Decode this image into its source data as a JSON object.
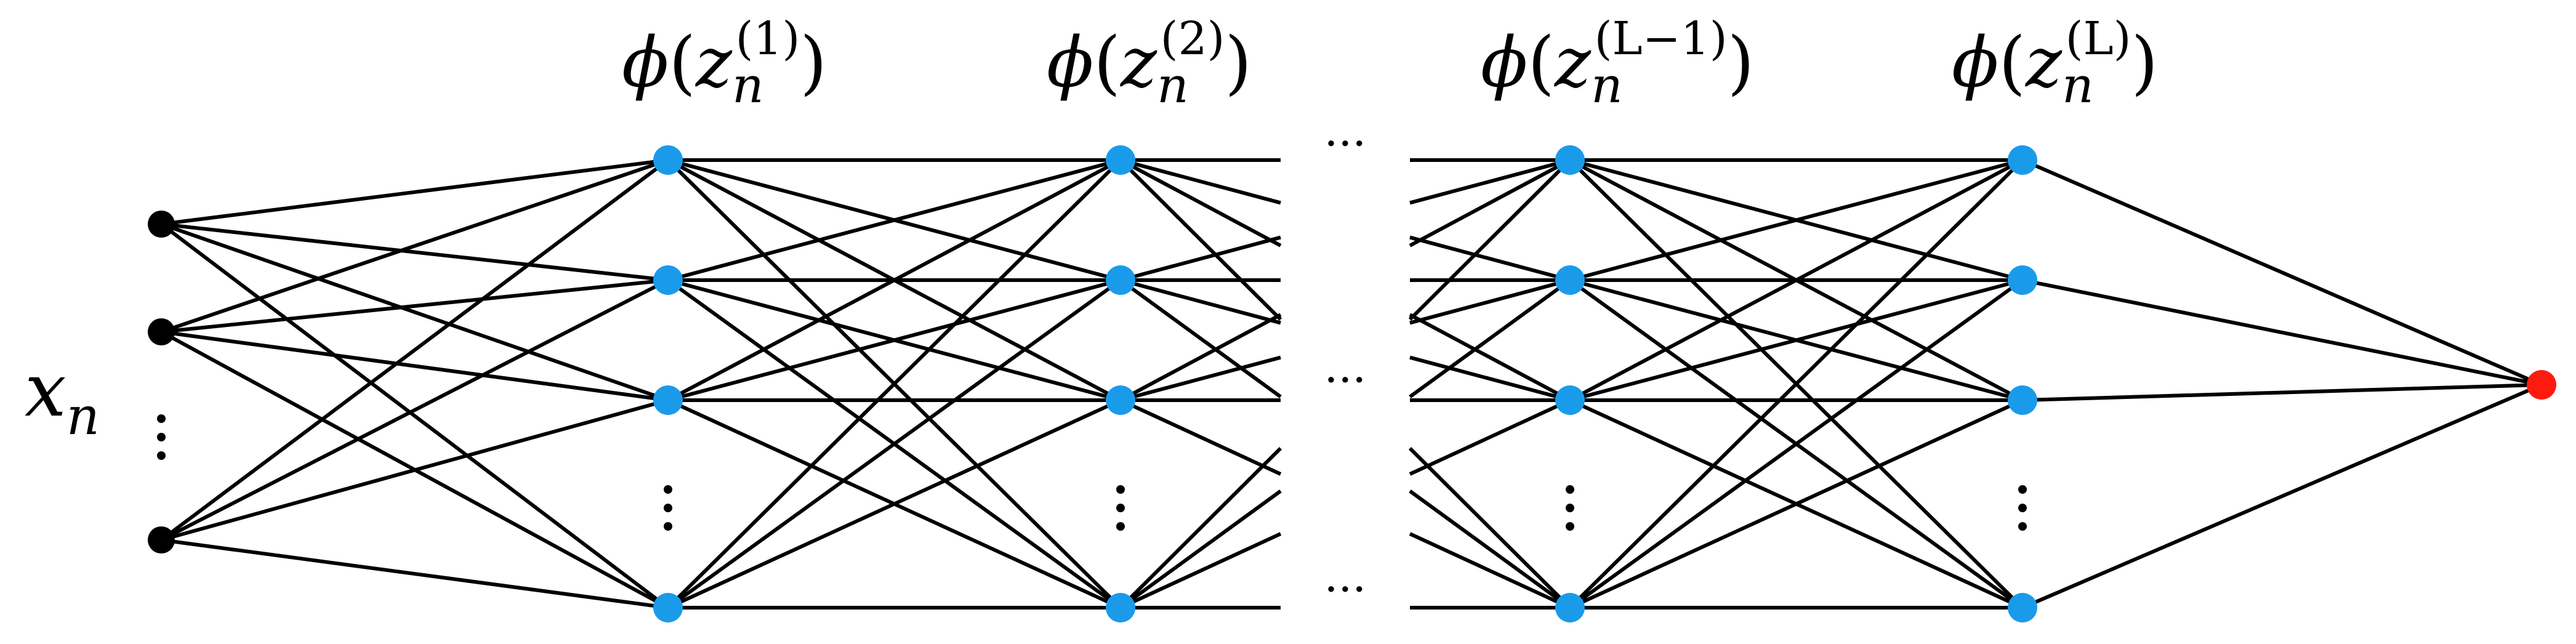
{
  "input_label": {
    "var": "x",
    "sub": "n"
  },
  "layer_labels": [
    {
      "func": "ϕ",
      "var": "z",
      "sub": "n",
      "sup": "(1)"
    },
    {
      "func": "ϕ",
      "var": "z",
      "sub": "n",
      "sup": "(2)"
    },
    {
      "func": "ϕ",
      "var": "z",
      "sub": "n",
      "sup": "(L−1)"
    },
    {
      "func": "ϕ",
      "var": "z",
      "sub": "n",
      "sup": "(L)"
    }
  ],
  "ellipsis_horizontal": "···",
  "colors": {
    "input_node": "#000000",
    "hidden_node": "#1a9bea",
    "output_node": "#ff1a10",
    "edge": "#000000"
  }
}
